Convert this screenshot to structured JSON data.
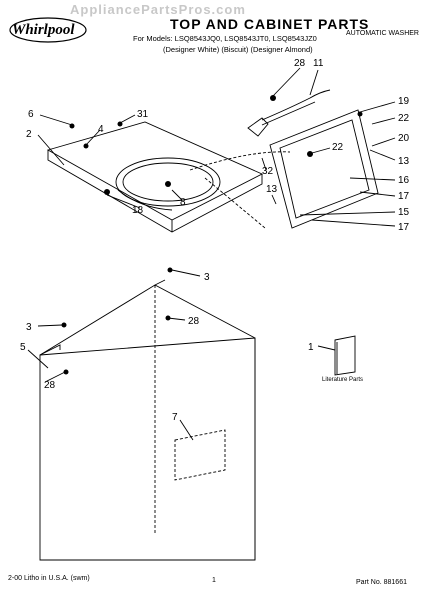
{
  "header": {
    "watermark": "AppliancePartsPros.com",
    "brand": "Whirlpool",
    "title": "TOP AND CABINET PARTS",
    "washer_type": "AUTOMATIC WASHER",
    "models": "For Models: LSQ8543JQ0, LSQ8543JT0, LSQ8543JZ0",
    "variants": "(Designer White) (Biscuit) (Designer Almond)"
  },
  "diagram": {
    "literature_label": "Literature Parts",
    "callouts": [
      {
        "id": "c28a",
        "label": "28"
      },
      {
        "id": "c11",
        "label": "11"
      },
      {
        "id": "c19",
        "label": "19"
      },
      {
        "id": "c22a",
        "label": "22"
      },
      {
        "id": "c20",
        "label": "20"
      },
      {
        "id": "c22b",
        "label": "22"
      },
      {
        "id": "c13a",
        "label": "13"
      },
      {
        "id": "c6",
        "label": "6"
      },
      {
        "id": "c31",
        "label": "31"
      },
      {
        "id": "c4",
        "label": "4"
      },
      {
        "id": "c2",
        "label": "2"
      },
      {
        "id": "c32",
        "label": "32"
      },
      {
        "id": "c13b",
        "label": "13"
      },
      {
        "id": "c16",
        "label": "16"
      },
      {
        "id": "c17a",
        "label": "17"
      },
      {
        "id": "c8",
        "label": "8"
      },
      {
        "id": "c18",
        "label": "18"
      },
      {
        "id": "c15",
        "label": "15"
      },
      {
        "id": "c17b",
        "label": "17"
      },
      {
        "id": "c3a",
        "label": "3"
      },
      {
        "id": "c28b",
        "label": "28"
      },
      {
        "id": "c3b",
        "label": "3"
      },
      {
        "id": "c5",
        "label": "5"
      },
      {
        "id": "c28c",
        "label": "28"
      },
      {
        "id": "c1",
        "label": "1"
      },
      {
        "id": "c7",
        "label": "7"
      }
    ]
  },
  "footer": {
    "printed": "2-00 Litho in U.S.A. (swm)",
    "page": "1",
    "part_no": "Part No. 881661"
  }
}
